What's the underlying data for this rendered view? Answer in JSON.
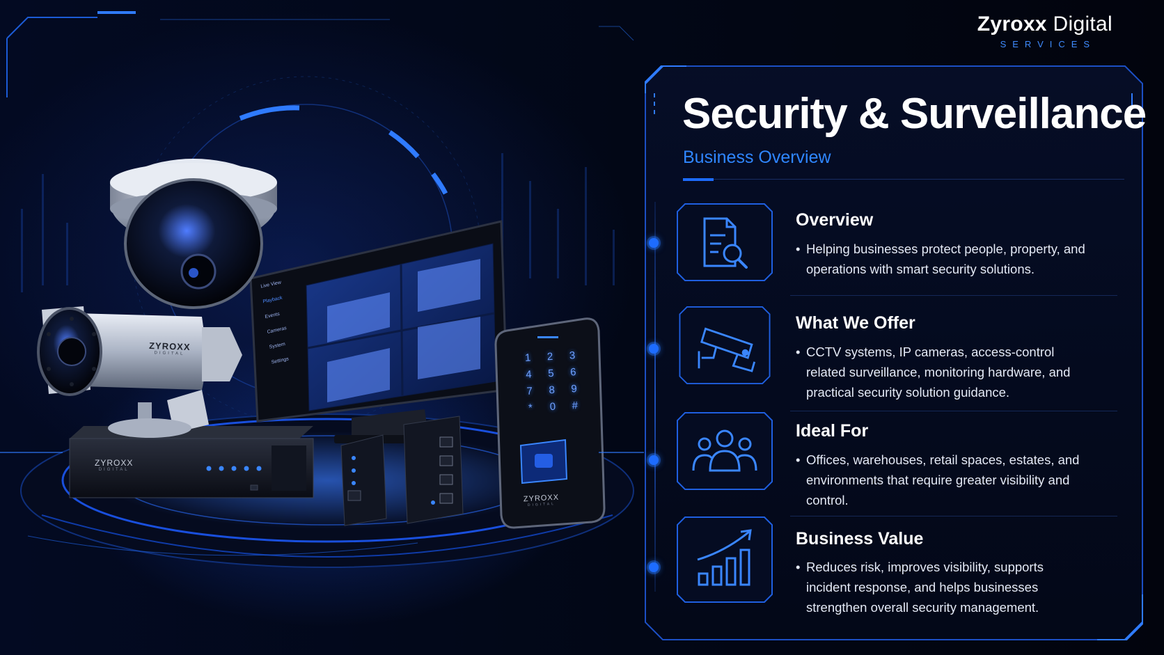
{
  "brand": {
    "name_bold": "Zyroxx",
    "name_light": "Digital",
    "tagline": "SERVICES"
  },
  "header": {
    "title": "Security & Surveillance",
    "subtitle": "Business Overview"
  },
  "products": {
    "bullet_camera_brand": "ZYROXX",
    "bullet_camera_sub": "DIGITAL",
    "recorder_brand": "ZYROXX",
    "recorder_sub": "DIGITAL",
    "keypad_brand": "ZYROXX",
    "keypad_sub": "DIGITAL",
    "keypad_keys": [
      "1",
      "2",
      "3",
      "4",
      "5",
      "6",
      "7",
      "8",
      "9",
      "*",
      "0",
      "#"
    ],
    "monitor_menu": [
      "Live View",
      "Playback",
      "Events",
      "Cameras",
      "System",
      "Settings"
    ]
  },
  "sections": [
    {
      "title": "Overview",
      "icon": "document-search-icon",
      "text": "Helping businesses protect people, property, and operations with smart security solutions."
    },
    {
      "title": "What We Offer",
      "icon": "cctv-camera-icon",
      "text": "CCTV systems, IP cameras, access-control related surveillance, monitoring hardware, and practical security solution guidance."
    },
    {
      "title": "Ideal For",
      "icon": "people-group-icon",
      "text": "Offices, warehouses, retail spaces, estates, and environments that require greater visibility and control."
    },
    {
      "title": "Business Value",
      "icon": "growth-chart-icon",
      "text": "Reduces risk, improves visibility, supports incident response, and helps businesses strengthen overall security management."
    }
  ],
  "colors": {
    "accent": "#1d6cff",
    "subtitle": "#2f86ff",
    "background": "#02050f"
  }
}
